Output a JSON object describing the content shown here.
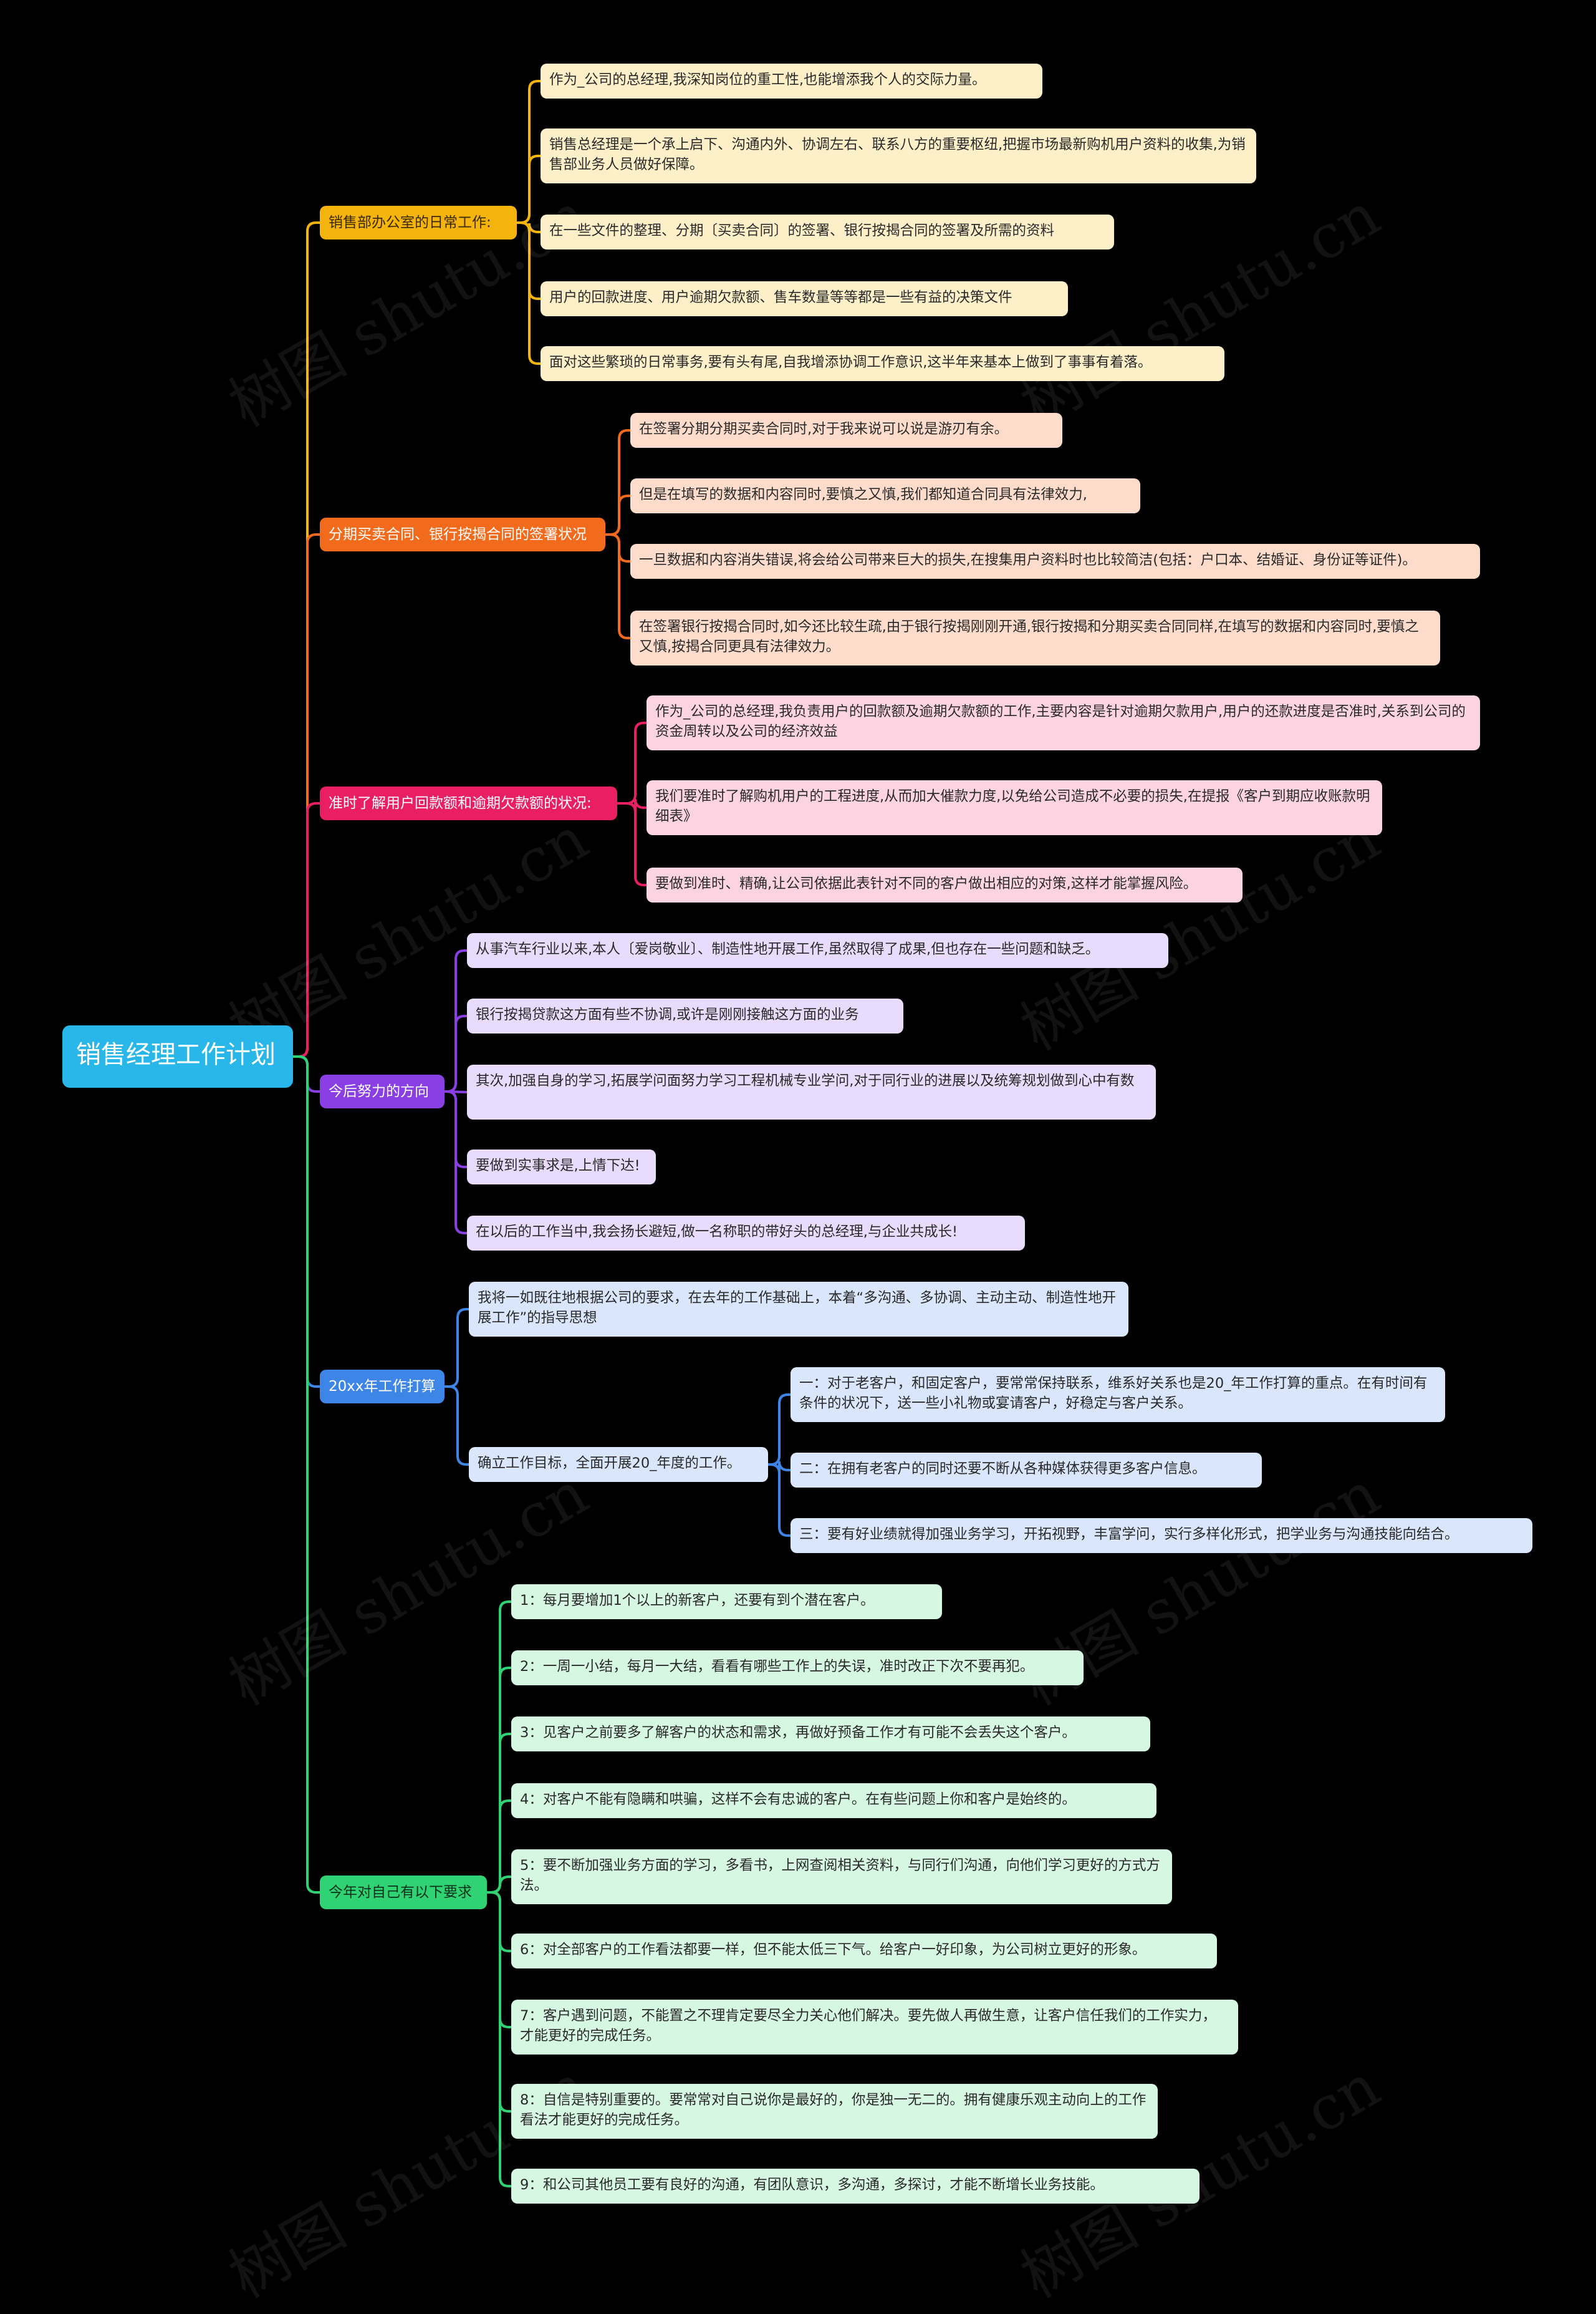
{
  "root": {
    "label": "销售经理工作计划",
    "color": "#29b7ea"
  },
  "branches": [
    {
      "label": "销售部办公室的日常工作:",
      "color": "#f5b40c",
      "text_color": "#3a2a00",
      "child_color": "#fdefc7",
      "children": [
        {
          "label": "作为_公司的总经理,我深知岗位的重工性,也能增添我个人的交际力量。"
        },
        {
          "label": "销售总经理是一个承上启下、沟通内外、协调左右、联系八方的重要枢纽,把握市场最新购机用户资料的收集,为销售部业务人员做好保障。"
        },
        {
          "label": "在一些文件的整理、分期〔买卖合同〕的签署、银行按揭合同的签署及所需的资料"
        },
        {
          "label": "用户的回款进度、用户逾期欠款额、售车数量等等都是一些有益的决策文件"
        },
        {
          "label": "面对这些繁琐的日常事务,要有头有尾,自我增添协调工作意识,这半年来基本上做到了事事有着落。"
        }
      ]
    },
    {
      "label": "分期买卖合同、银行按揭合同的签署状况",
      "color": "#f26a1b",
      "text_color": "#ffffff",
      "child_color": "#fddccb",
      "children": [
        {
          "label": " 在签署分期分期买卖合同时,对于我来说可以说是游刃有余。"
        },
        {
          "label": "但是在填写的数据和内容同时,要慎之又慎,我们都知道合同具有法律效力,"
        },
        {
          "label": "一旦数据和内容消失错误,将会给公司带来巨大的损失,在搜集用户资料时也比较简洁(包括：户口本、结婚证、身份证等证件)。"
        },
        {
          "label": "在签署银行按揭合同时,如今还比较生疏,由于银行按揭刚刚开通,银行按揭和分期买卖合同同样,在填写的数据和内容同时,要慎之又慎,按揭合同更具有法律效力。"
        }
      ]
    },
    {
      "label": "准时了解用户回款额和逾期欠款额的状况:",
      "color": "#ea1e62",
      "text_color": "#ffffff",
      "child_color": "#fcd3e1",
      "children": [
        {
          "label": "作为_公司的总经理,我负责用户的回款额及逾期欠款额的工作,主要内容是针对逾期欠款用户,用户的还款进度是否准时,关系到公司的资金周转以及公司的经济效益"
        },
        {
          "label": "我们要准时了解购机用户的工程进度,从而加大催款力度,以免给公司造成不必要的损失,在提报《客户到期应收账款明细表》"
        },
        {
          "label": "要做到准时、精确,让公司依据此表针对不同的客户做出相应的对策,这样才能掌握风险。"
        }
      ]
    },
    {
      "label": "今后努力的方向",
      "color": "#8a3fe4",
      "text_color": "#ffffff",
      "child_color": "#e8dbfb",
      "children": [
        {
          "label": "从事汽车行业以来,本人〔爱岗敬业〕、制造性地开展工作,虽然取得了成果,但也存在一些问题和缺乏。"
        },
        {
          "label": "银行按揭贷款这方面有些不协调,或许是刚刚接触这方面的业务"
        },
        {
          "label": "其次,加强自身的学习,拓展学问面努力学习工程机械专业学问,对于同行业的进展以及统筹规划做到心中有数"
        },
        {
          "label": "要做到实事求是,上情下达!"
        },
        {
          "label": "在以后的工作当中,我会扬长避短,做一名称职的带好头的总经理,与企业共成长!"
        }
      ]
    },
    {
      "label": "20xx年工作打算",
      "color": "#3d85e6",
      "text_color": "#ffffff",
      "child_color": "#d9e6fb",
      "children": [
        {
          "label": "我将一如既往地根据公司的要求，在去年的工作基础上，本着“多沟通、多协调、主动主动、制造性地开展工作”的指导思想"
        },
        {
          "label": "确立工作目标，全面开展20_年度的工作。",
          "children": [
            {
              "label": "一：对于老客户，和固定客户，要常常保持联系，维系好关系也是20_年工作打算的重点。在有时间有条件的状况下，送一些小礼物或宴请客户，好稳定与客户关系。"
            },
            {
              "label": "二：在拥有老客户的同时还要不断从各种媒体获得更多客户信息。"
            },
            {
              "label": "三：要有好业绩就得加强业务学习，开拓视野，丰富学问，实行多样化形式，把学业务与沟通技能向结合。"
            }
          ]
        }
      ]
    },
    {
      "label": "今年对自己有以下要求",
      "color": "#2fd373",
      "text_color": "#08301a",
      "child_color": "#d6f7e2",
      "children": [
        {
          "label": "1：每月要增加1个以上的新客户，还要有到个潜在客户。"
        },
        {
          "label": "2：一周一小结，每月一大结，看看有哪些工作上的失误，准时改正下次不要再犯。"
        },
        {
          "label": "3：见客户之前要多了解客户的状态和需求，再做好预备工作才有可能不会丢失这个客户。"
        },
        {
          "label": "4：对客户不能有隐瞒和哄骗，这样不会有忠诚的客户。在有些问题上你和客户是始终的。"
        },
        {
          "label": "5：要不断加强业务方面的学习，多看书，上网查阅相关资料，与同行们沟通，向他们学习更好的方式方法。"
        },
        {
          "label": "6：对全部客户的工作看法都要一样，但不能太低三下气。给客户一好印象，为公司树立更好的形象。"
        },
        {
          "label": "7：客户遇到问题，不能置之不理肯定要尽全力关心他们解决。要先做人再做生意，让客户信任我们的工作实力，才能更好的完成任务。"
        },
        {
          "label": "8：自信是特别重要的。要常常对自己说你是最好的，你是独一无二的。拥有健康乐观主动向上的工作看法才能更好的完成任务。"
        },
        {
          "label": "9：和公司其他员工要有良好的沟通，有团队意识，多沟通，多探讨，才能不断增长业务技能。"
        }
      ]
    }
  ],
  "watermark": "树图 shutu.cn"
}
